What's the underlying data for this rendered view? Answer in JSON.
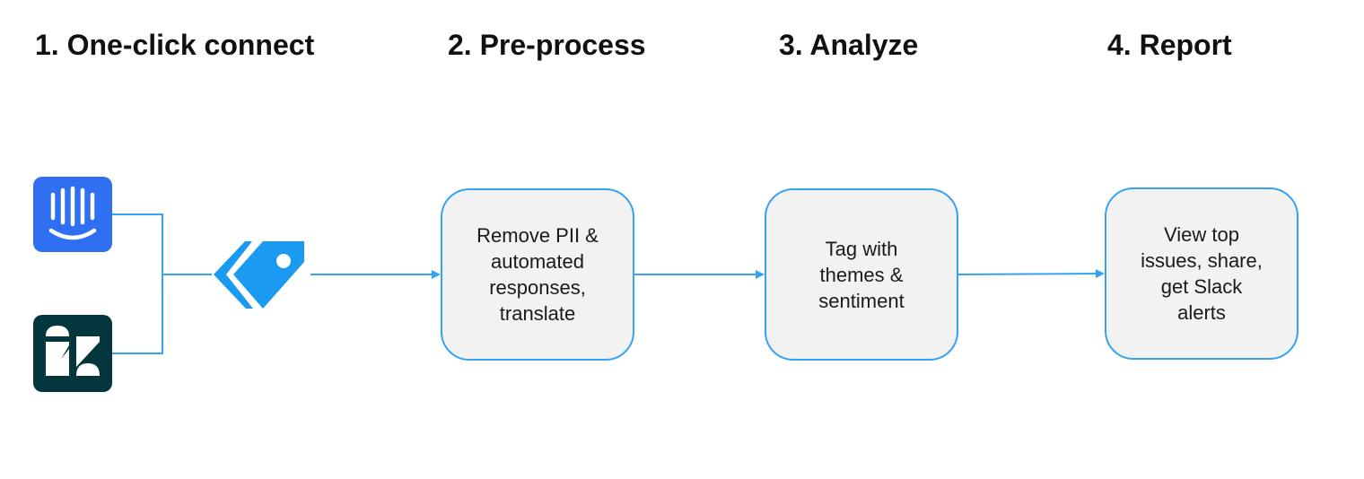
{
  "steps": [
    {
      "title": "1. One-click connect"
    },
    {
      "title": "2. Pre-process",
      "box_lines": [
        "Remove PII &",
        "automated",
        "responses,",
        "translate"
      ]
    },
    {
      "title": "3. Analyze",
      "box_lines": [
        "Tag with",
        "themes &",
        "sentiment"
      ]
    },
    {
      "title": "4. Report",
      "box_lines": [
        "View top",
        "issues, share,",
        "get Slack",
        "alerts"
      ]
    }
  ],
  "icons": {
    "source_1": "intercom-logo-icon",
    "source_2": "zendesk-logo-icon",
    "tag": "tag-icon"
  },
  "colors": {
    "connector": "#33a3f2",
    "box_fill": "#f2f2f2",
    "box_border": "#33a3f2",
    "tag": "#1a9af0",
    "intercom": "#2f6ff2",
    "zendesk": "#03363d"
  }
}
